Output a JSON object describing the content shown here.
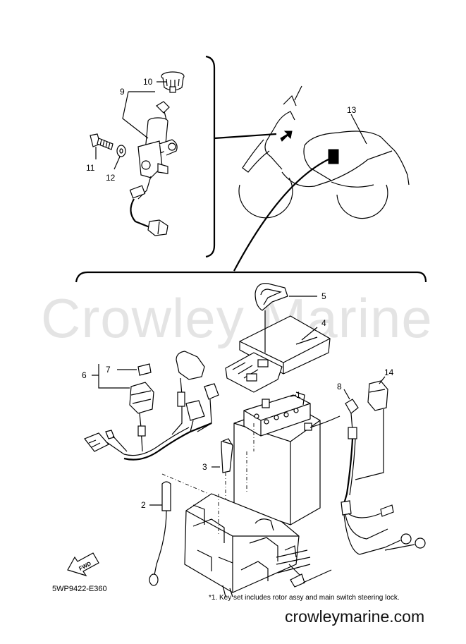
{
  "watermark": "Crowley Marine",
  "diagram_code": "5WP9422-E360",
  "footnote": "*1. Key set includes rotor assy and main switch steering lock.",
  "website": "crowleymarine.com",
  "fwd_label": "FWD",
  "parts": {
    "p1": "1",
    "p2": "2",
    "p3": "3",
    "p4": "4",
    "p5": "5",
    "p6": "6",
    "p7": "7",
    "p8": "8",
    "p9": "9",
    "p10": "10",
    "p11": "11",
    "p12": "12",
    "p13": "13",
    "p14": "14"
  }
}
